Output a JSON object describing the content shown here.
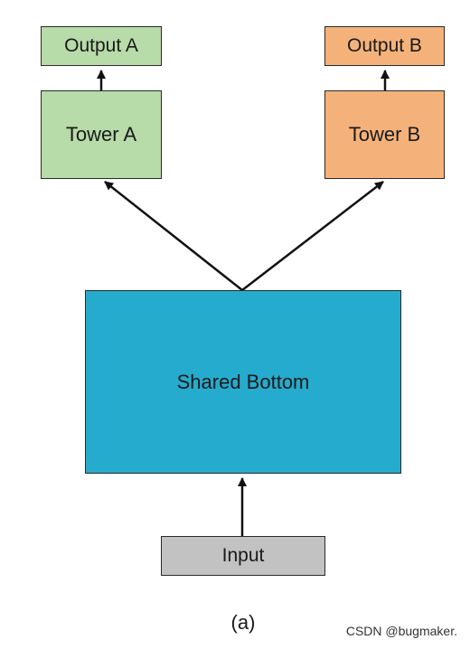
{
  "diagram": {
    "output_a": {
      "label": "Output A",
      "color": "#b7dba9"
    },
    "output_b": {
      "label": "Output B",
      "color": "#f4b27a"
    },
    "tower_a": {
      "label": "Tower A",
      "color": "#b7dba9"
    },
    "tower_b": {
      "label": "Tower B",
      "color": "#f4b27a"
    },
    "shared_bottom": {
      "label": "Shared Bottom",
      "color": "#25abcd"
    },
    "input": {
      "label": "Input",
      "color": "#c2c2c2"
    },
    "caption": "(a)",
    "edges": [
      {
        "from": "input",
        "to": "shared_bottom"
      },
      {
        "from": "shared_bottom",
        "to": "tower_a"
      },
      {
        "from": "shared_bottom",
        "to": "tower_b"
      },
      {
        "from": "tower_a",
        "to": "output_a"
      },
      {
        "from": "tower_b",
        "to": "output_b"
      }
    ]
  },
  "watermark": "CSDN @bugmaker."
}
